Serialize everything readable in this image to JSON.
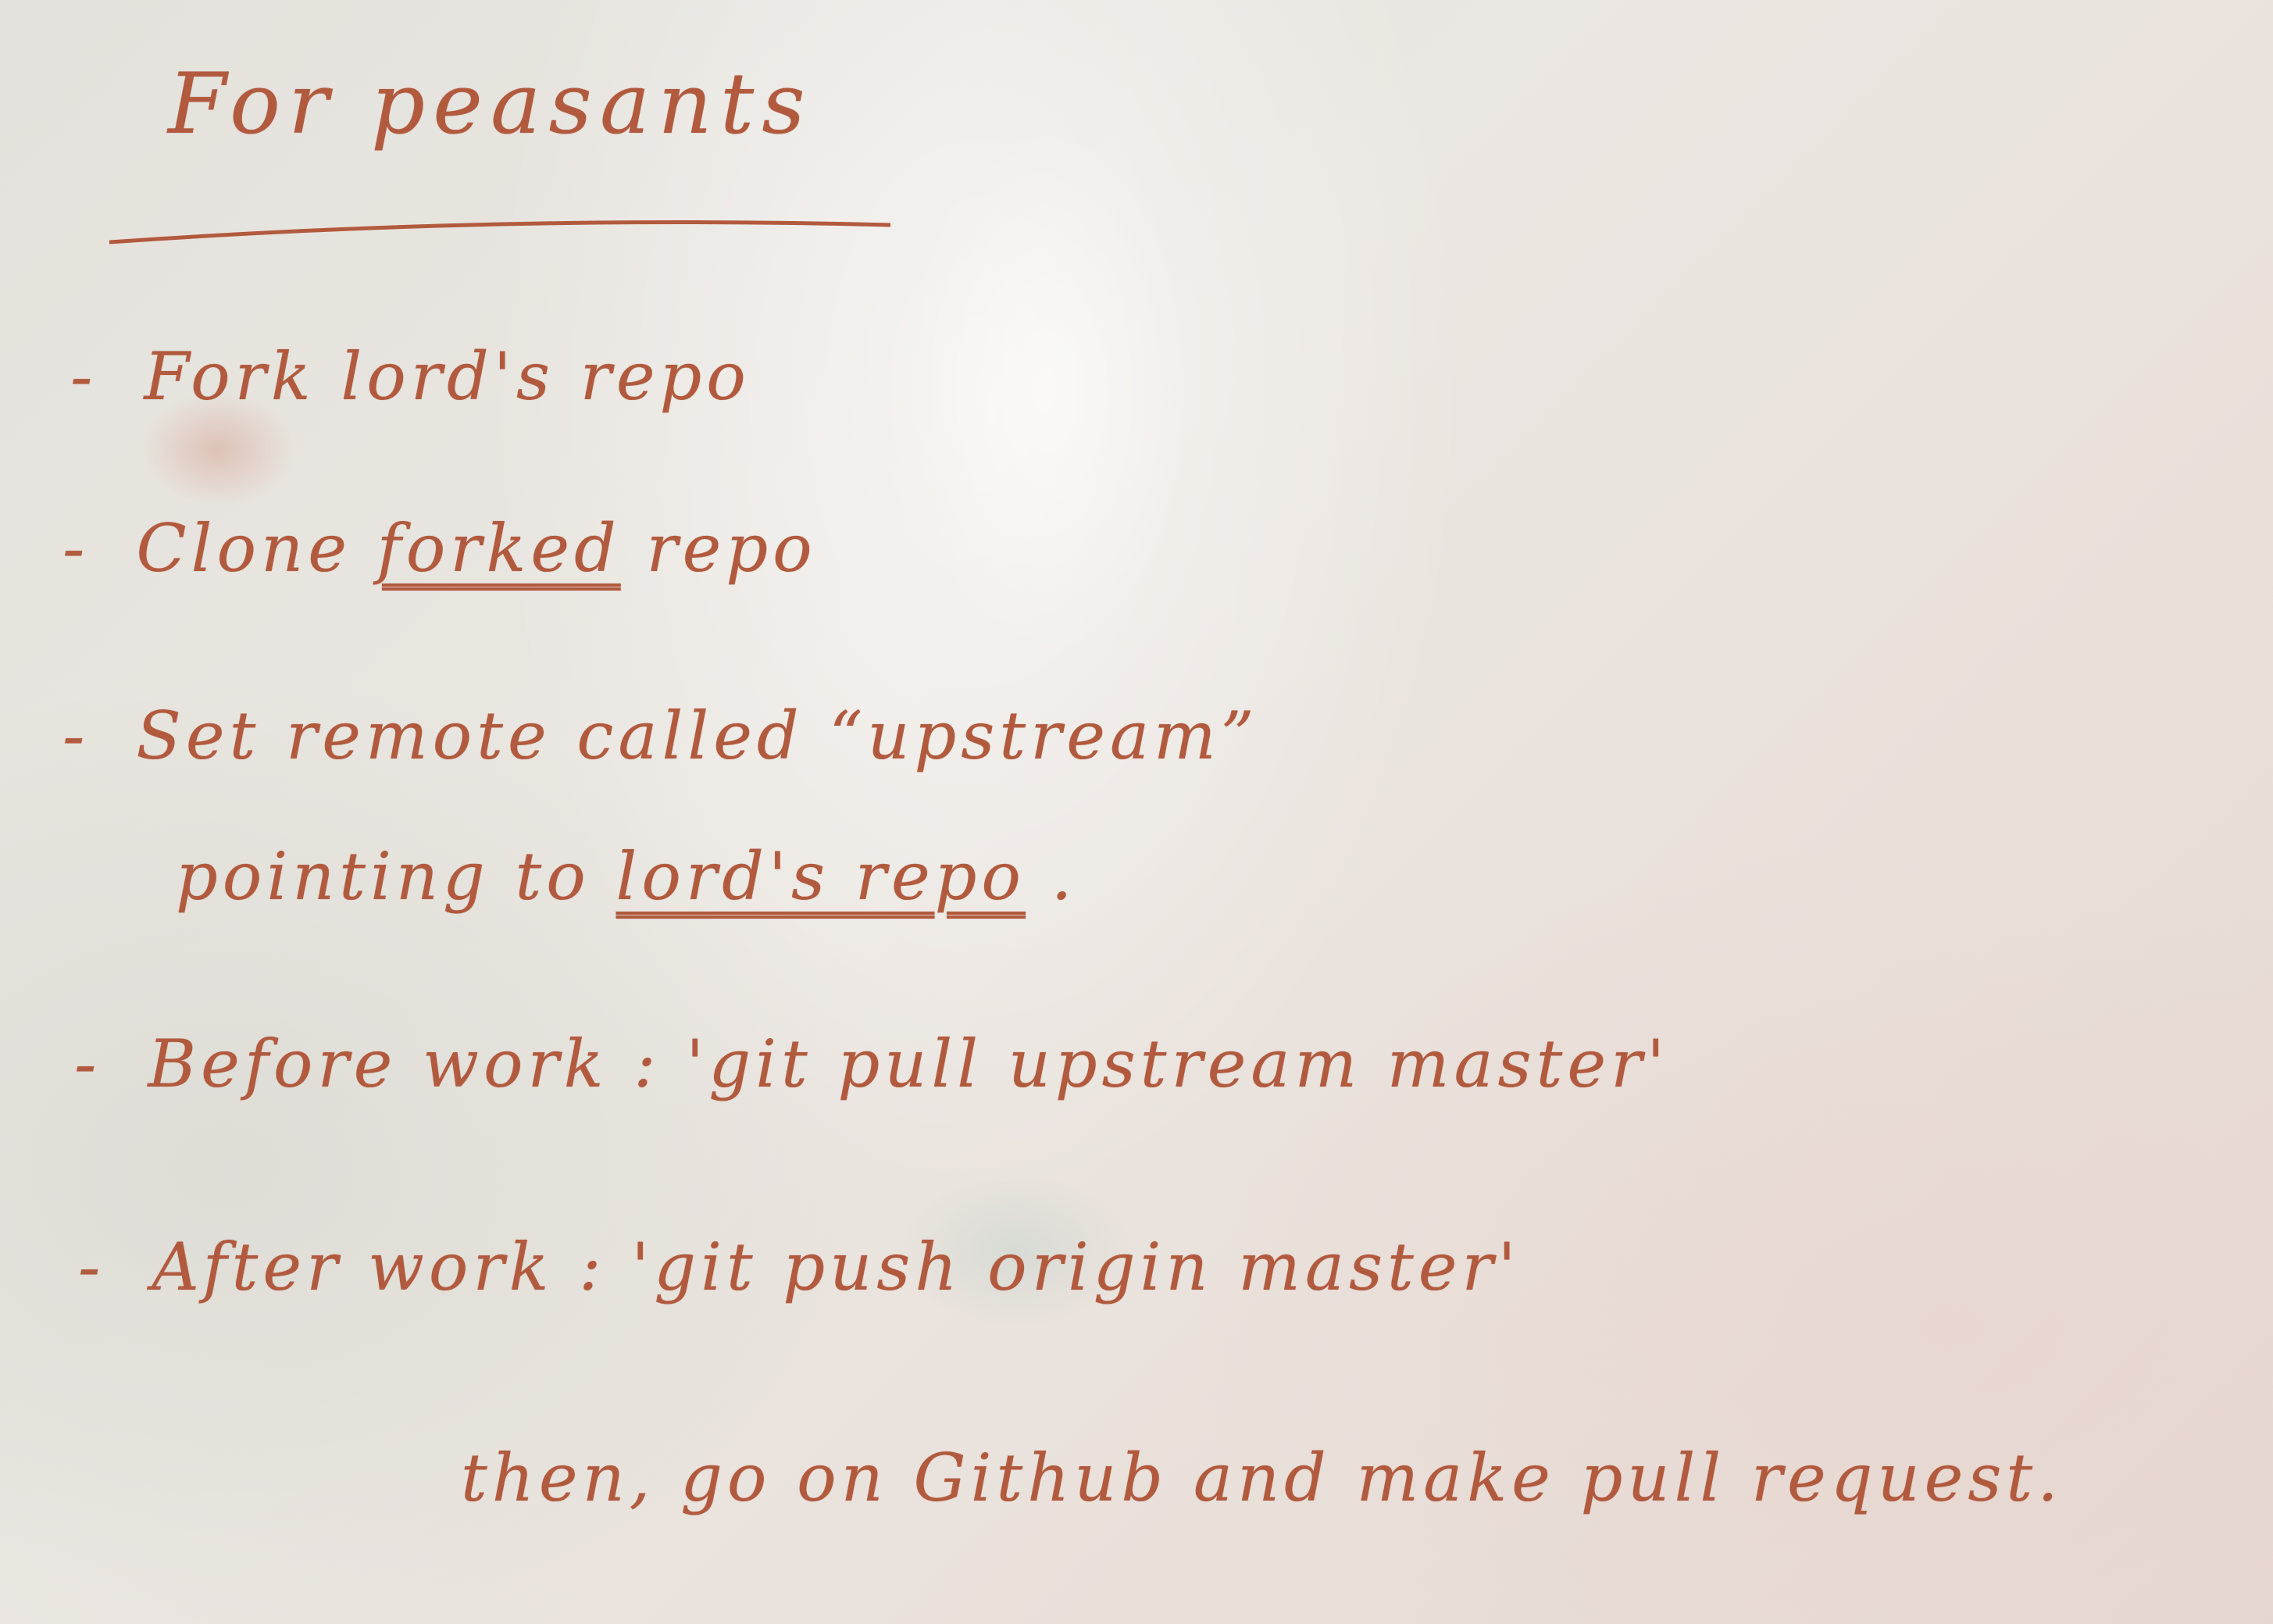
{
  "whiteboard": {
    "title": "For peasants",
    "steps": [
      {
        "bullet": "-",
        "before": "",
        "emphasis": "",
        "after": "Fork lord's repo"
      },
      {
        "bullet": "-",
        "before": "Clone ",
        "emphasis": "forked",
        "after": " repo"
      },
      {
        "bullet": "-",
        "before": "Set remote called “upstream”",
        "emphasis": "",
        "after": ""
      },
      {
        "bullet": "",
        "before": "pointing to ",
        "emphasis": "lord's repo",
        "after": " ."
      },
      {
        "bullet": "-",
        "before": "Before work : 'git pull upstream master'",
        "emphasis": "",
        "after": ""
      },
      {
        "bullet": "-",
        "before": "After work : 'git push origin master'",
        "emphasis": "",
        "after": ""
      },
      {
        "bullet": "",
        "before": "then, go on Github and make pull request.",
        "emphasis": "",
        "after": ""
      }
    ],
    "ink_color": "#b25a3e"
  }
}
